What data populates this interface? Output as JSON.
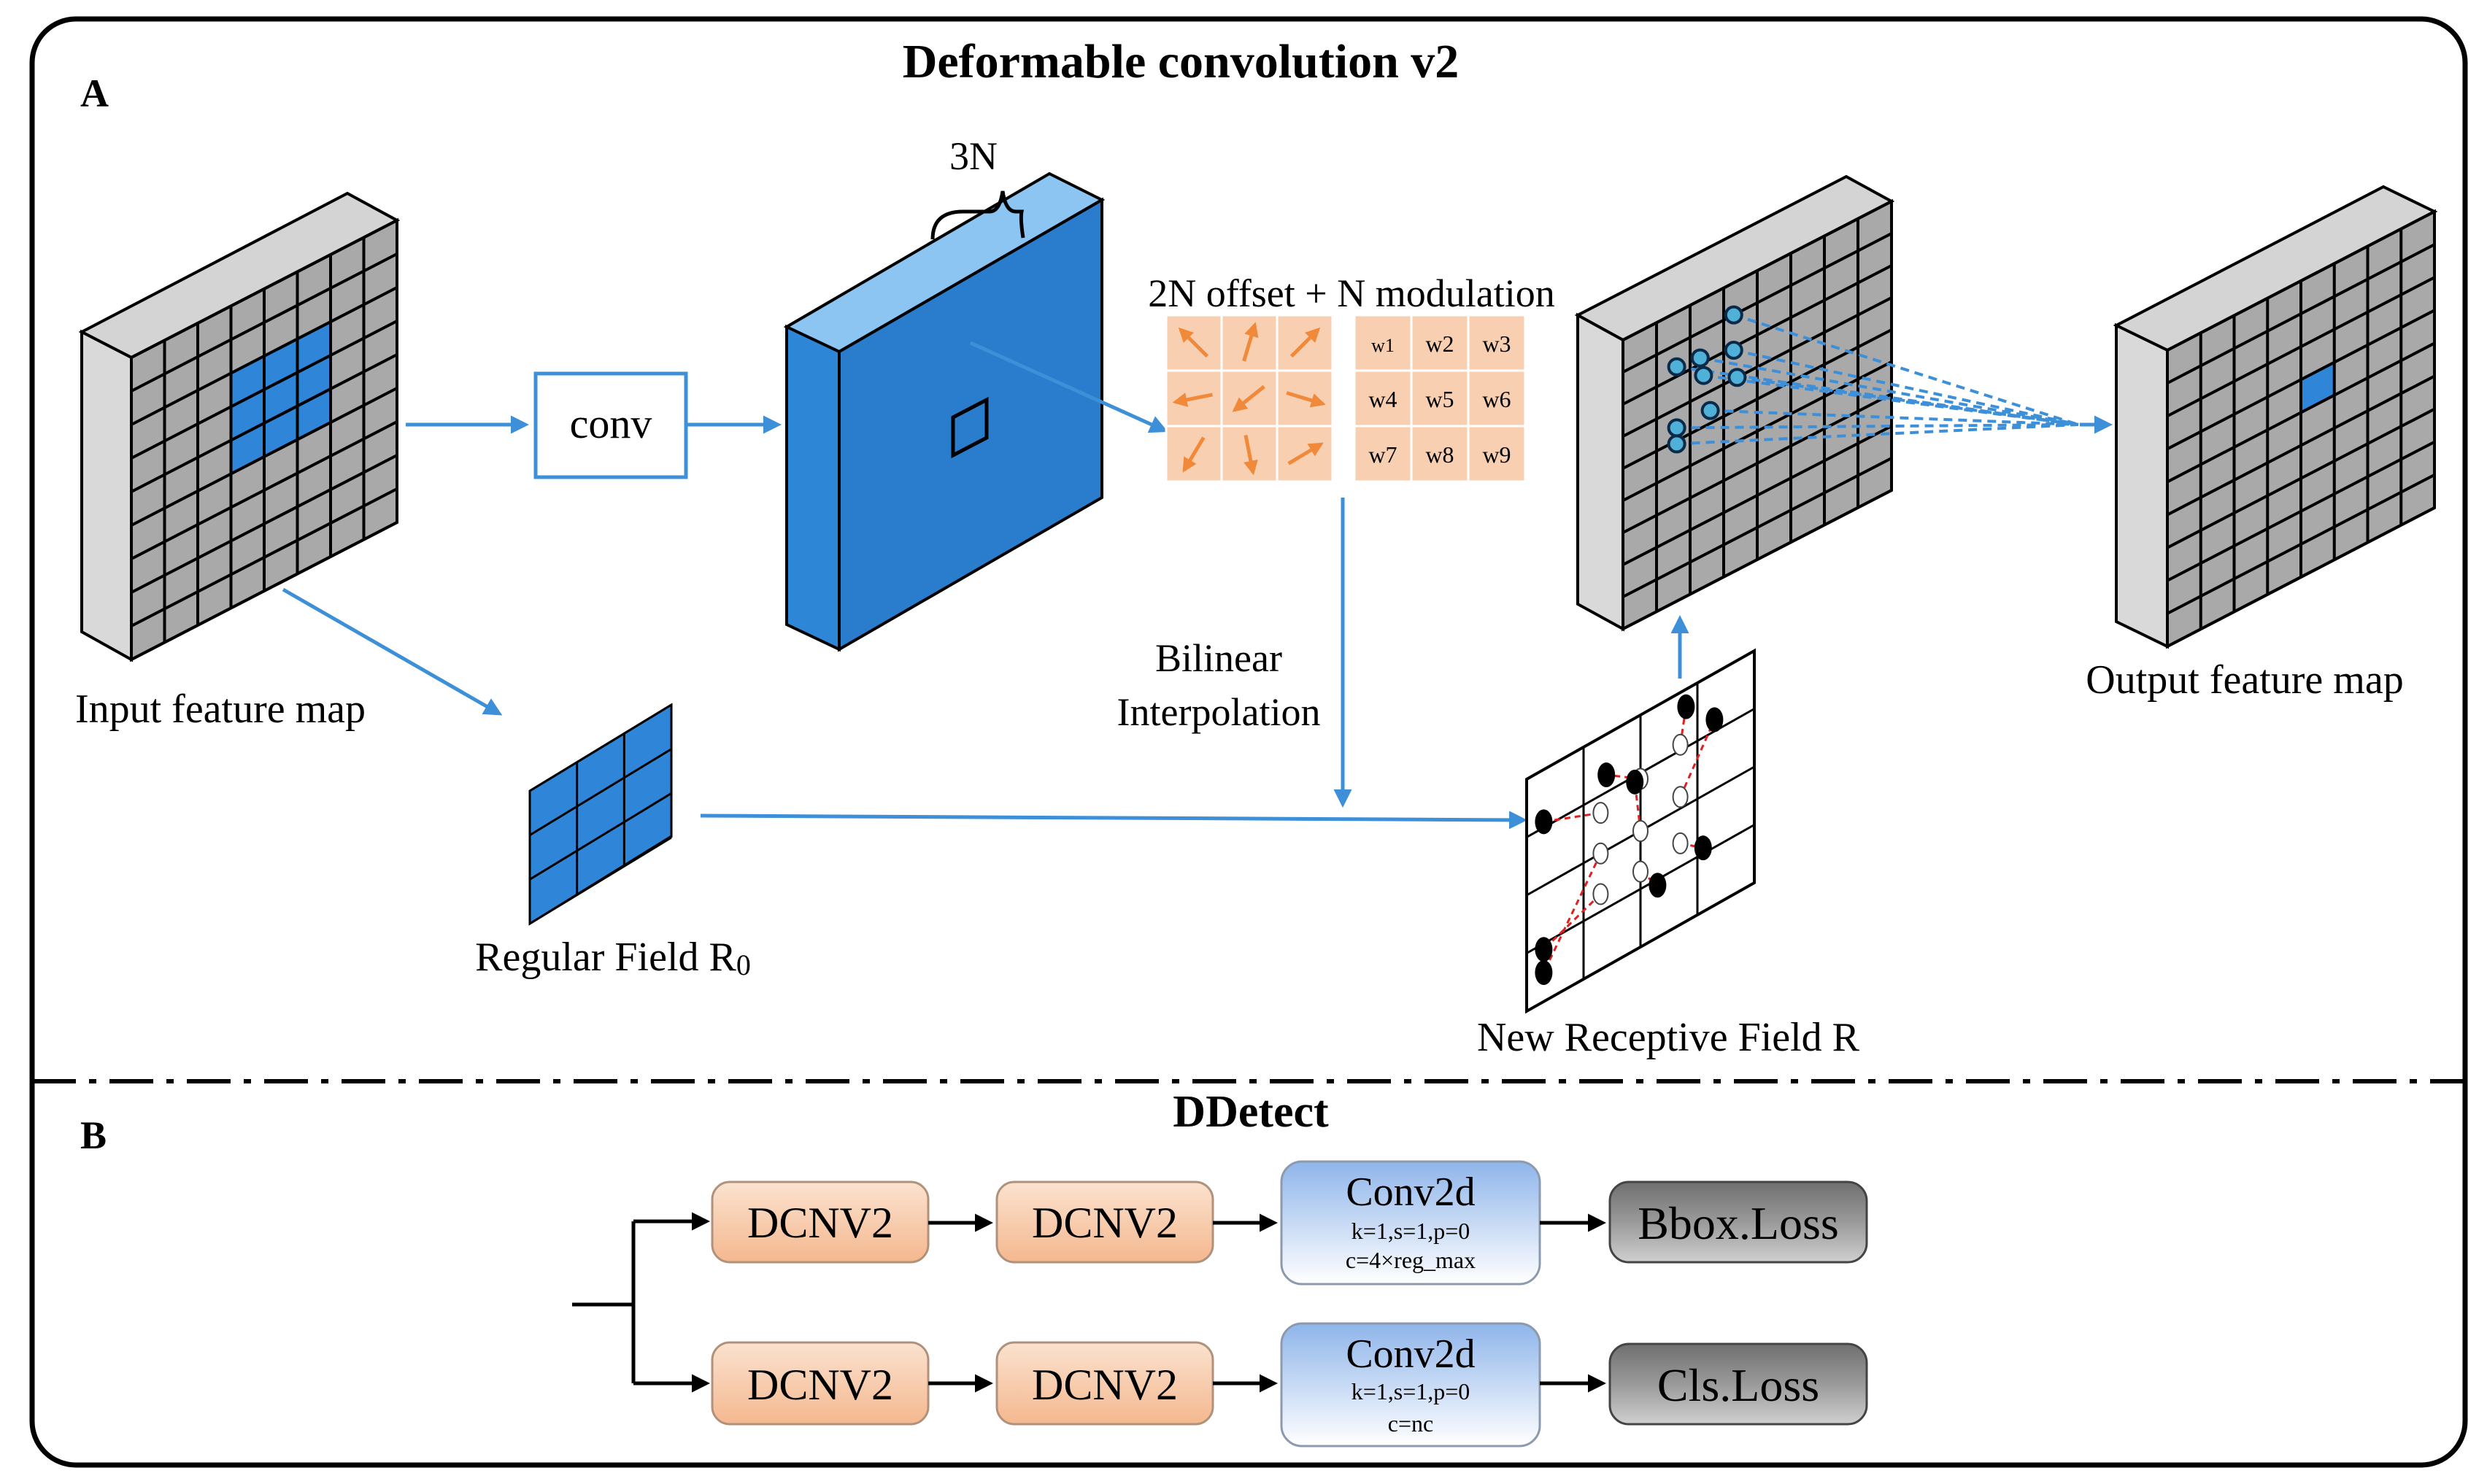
{
  "panel_a": {
    "letter": "A",
    "title": "Deformable convolution v2",
    "input_label": "Input feature map",
    "conv_label": "conv",
    "channels_label": "3N",
    "offset_label": "2N offset + N modulation",
    "weights": [
      "w1",
      "w2",
      "w3",
      "w4",
      "w5",
      "w6",
      "w7",
      "w8",
      "w9"
    ],
    "bilinear_line1": "Bilinear",
    "bilinear_line2": "Interpolation",
    "regular_field_label": "Regular Field R",
    "regular_field_subscript": "0",
    "new_field_label": "New Receptive Field R",
    "output_label": "Output feature map"
  },
  "panel_b": {
    "letter": "B",
    "title": "DDetect",
    "rows": [
      {
        "dcn1": "DCNV2",
        "dcn2": "DCNV2",
        "conv_title": "Conv2d",
        "conv_params": "k=1,s=1,p=0",
        "conv_channels": "c=4×reg_max",
        "loss": "Bbox.Loss"
      },
      {
        "dcn1": "DCNV2",
        "dcn2": "DCNV2",
        "conv_title": "Conv2d",
        "conv_params": "k=1,s=1,p=0",
        "conv_channels": "c=nc",
        "loss": "Cls.Loss"
      }
    ]
  },
  "colors": {
    "blue_arrow": "#3d8fd8",
    "block_front": "#2a7dcc",
    "block_side": "#0f4f8f",
    "cell_blue": "#2f86d9",
    "grid_grey": "#a9a9a9",
    "offset_fill": "#f8cfb0",
    "arrow_orange": "#f08a3a",
    "dcn_fill": "#f7c7a6",
    "conv_fill": "#aec8ee",
    "loss_fill": "#8c8c8c"
  }
}
